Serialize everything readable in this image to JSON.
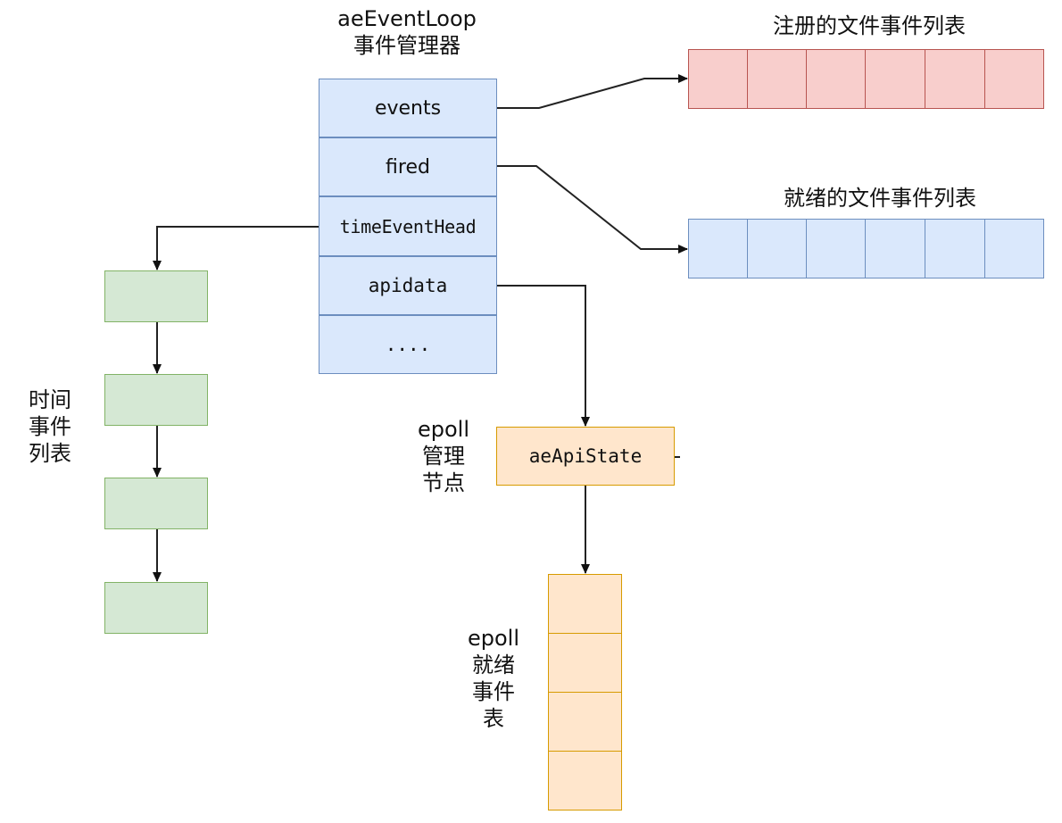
{
  "event_loop": {
    "title_line1": "aeEventLoop",
    "title_line2": "事件管理器",
    "fields": [
      "events",
      "fired",
      "timeEventHead",
      "apidata",
      "...."
    ]
  },
  "registered_list": {
    "title": "注册的文件事件列表",
    "cells": 6
  },
  "ready_list": {
    "title": "就绪的文件事件列表",
    "cells": 6
  },
  "time_events": {
    "label_lines": [
      "时间",
      "事件",
      "列表"
    ],
    "count": 4
  },
  "epoll_node": {
    "label_lines": [
      "epoll",
      "管理",
      "节点"
    ],
    "name": "aeApiState"
  },
  "epoll_ready": {
    "label_lines": [
      "epoll",
      "就绪",
      "事件",
      "表"
    ],
    "cells": 4
  }
}
